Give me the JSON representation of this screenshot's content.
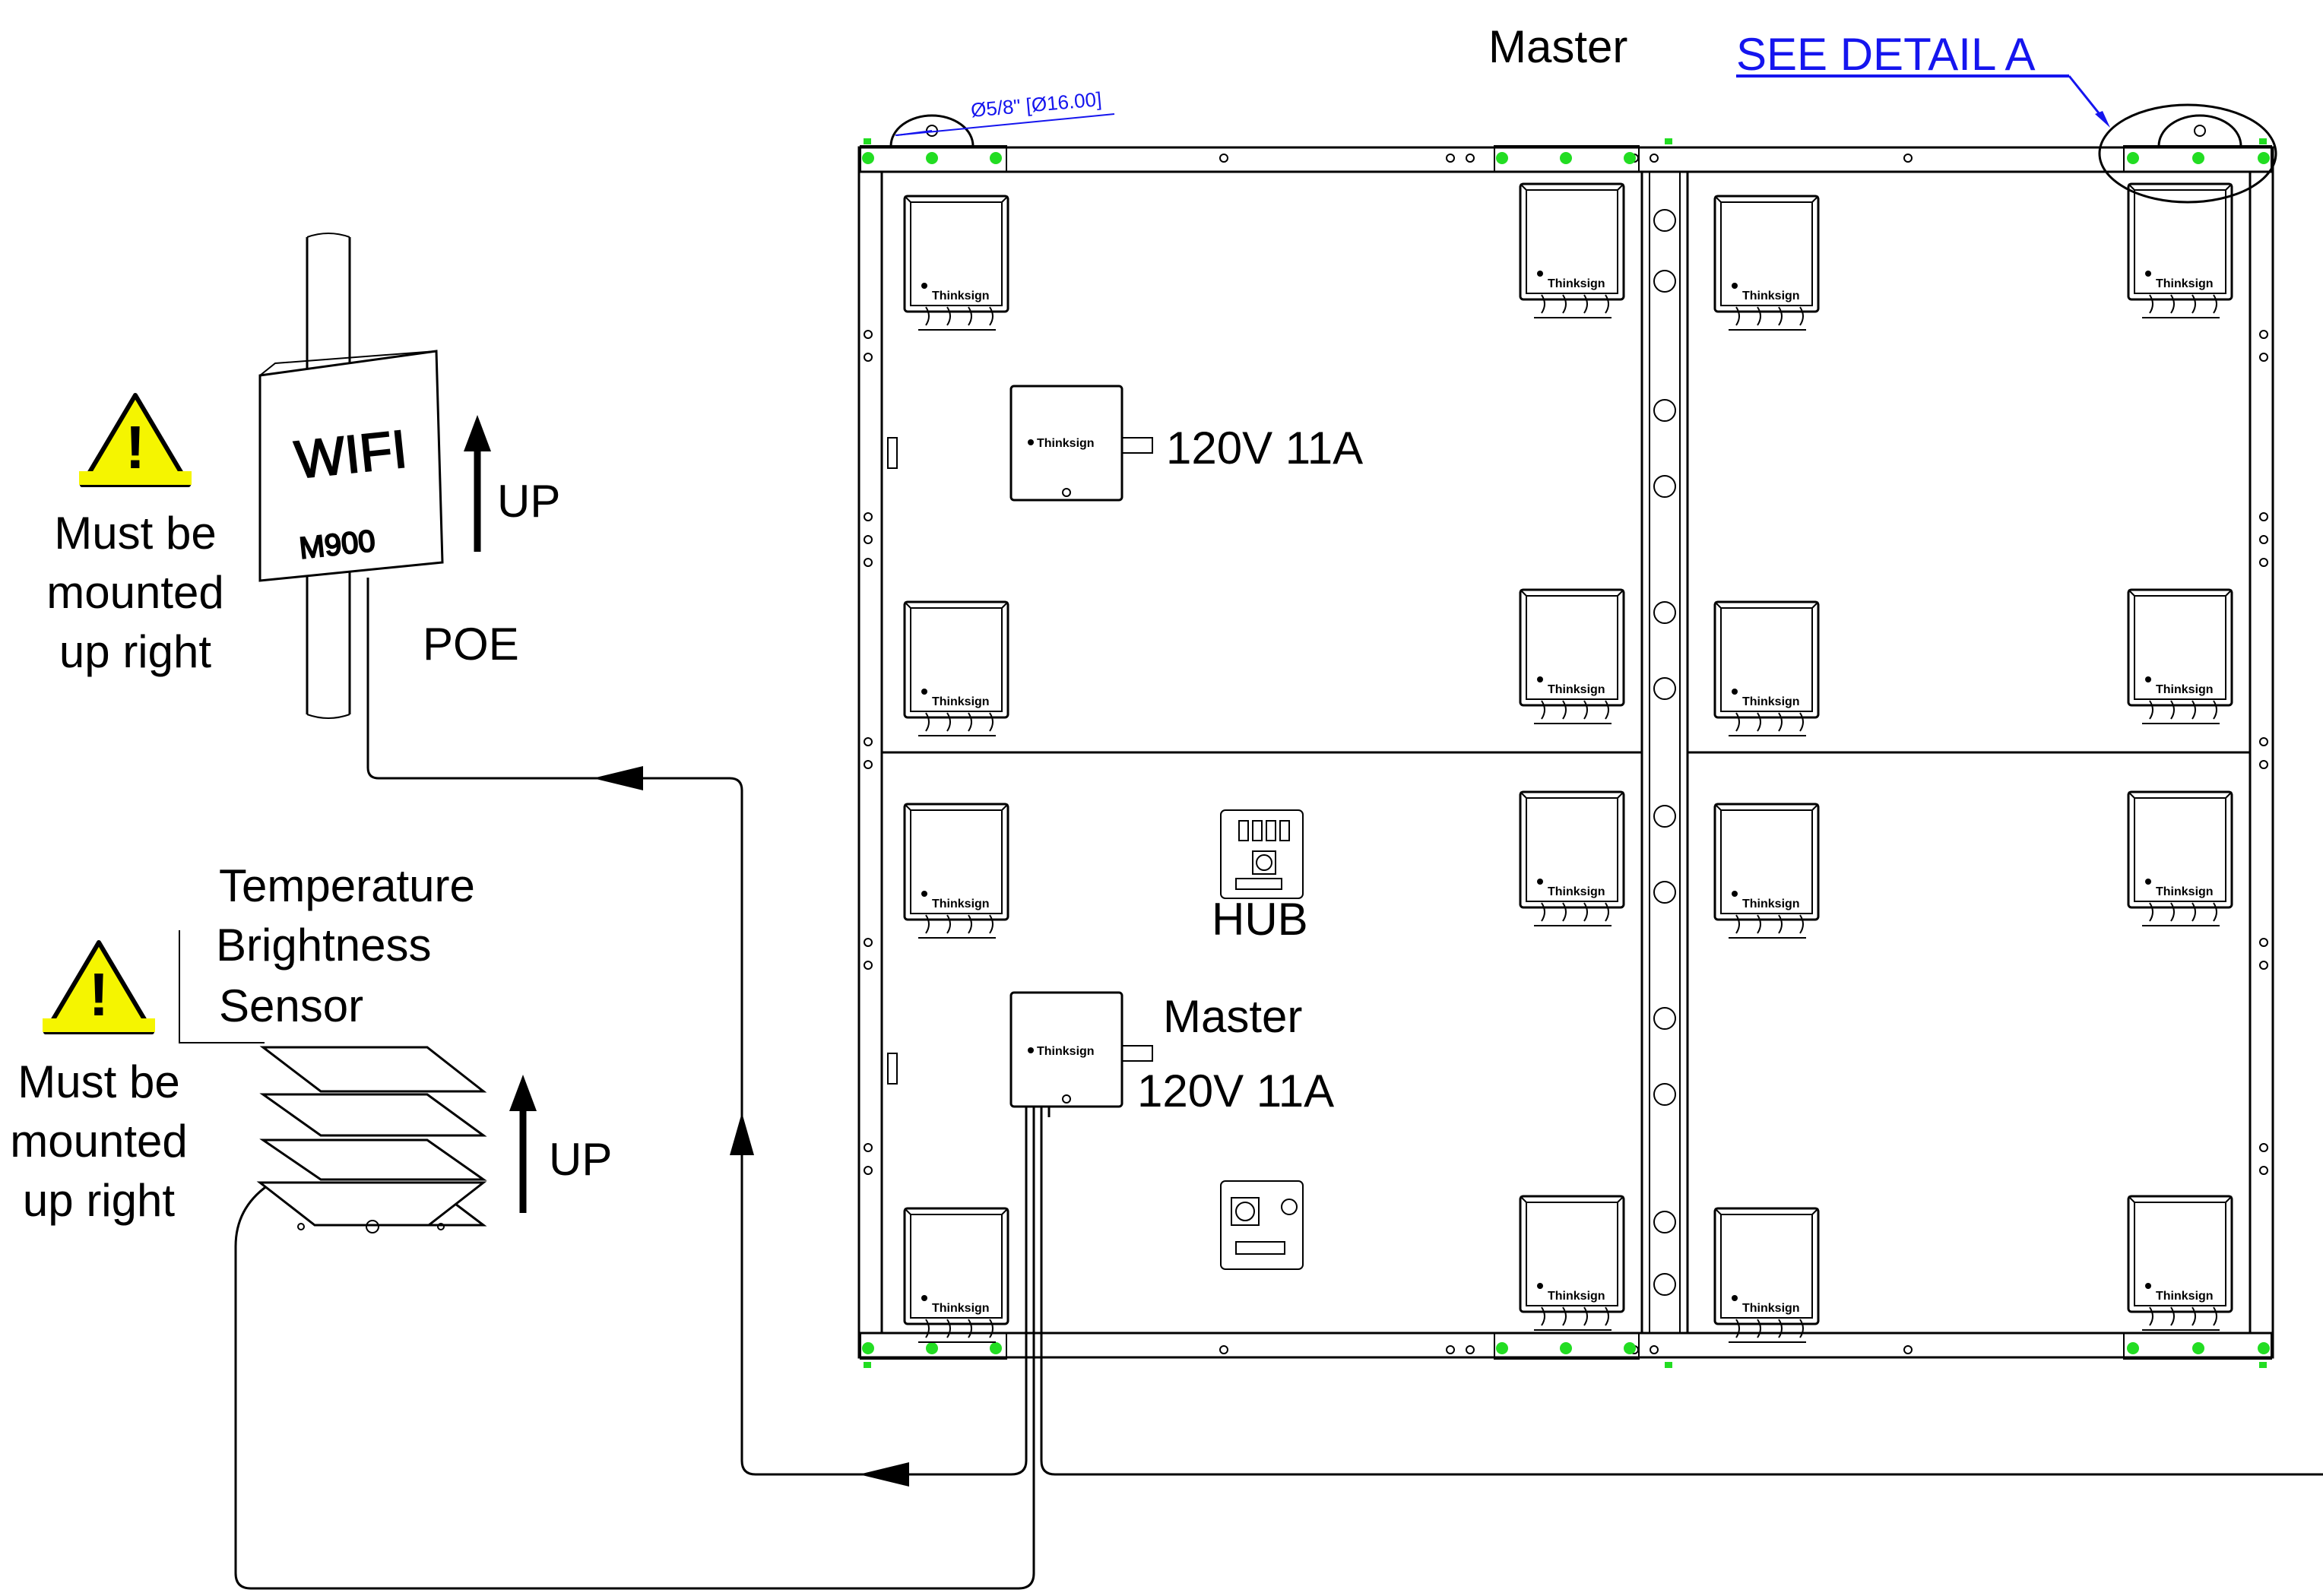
{
  "header": {
    "master_label": "Master",
    "detail_link": "SEE DETAIL A",
    "dimension": "Ø5/8\" [Ø16.00]"
  },
  "wifi": {
    "box_text": "WIFI",
    "model": "M900",
    "up_label": "UP",
    "poe_label": "POE",
    "warning": [
      "Must be",
      "mounted",
      "up right"
    ]
  },
  "sensor": {
    "title": [
      "Temperature",
      "Brightness",
      "Sensor"
    ],
    "up_label": "UP",
    "warning": [
      "Must be",
      "mounted",
      "up right"
    ]
  },
  "power_supply_top": {
    "rating": "120V 11A",
    "brand": "Thinksign"
  },
  "power_supply_master": {
    "name": "Master",
    "rating": "120V 11A",
    "brand": "Thinksign"
  },
  "hub": {
    "label": "HUB"
  },
  "module_brand": "Thinksign",
  "colors": {
    "line": "#000000",
    "mount_point": "#22dd22",
    "link": "#1515ee",
    "warning_fill": "#f5f500"
  }
}
